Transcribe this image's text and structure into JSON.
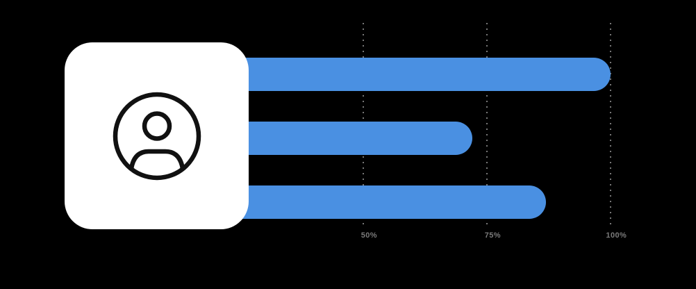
{
  "background_color": "#000000",
  "card": {
    "color": "#ffffff",
    "icon": "user-avatar-icon",
    "icon_color": "#111111"
  },
  "chart_data": {
    "type": "bar",
    "orientation": "horizontal",
    "categories": [
      "",
      "",
      ""
    ],
    "values": [
      100,
      72,
      87
    ],
    "bar_color": "#4A90E2",
    "xlim": [
      0,
      105
    ],
    "x_ticks": [
      {
        "value": 50,
        "label": "50%"
      },
      {
        "value": 75,
        "label": "75%"
      },
      {
        "value": 100,
        "label": "100%"
      }
    ],
    "grid": "dotted vertical gridlines at ticks",
    "tick_label_color": "#7b7b7b",
    "title": "",
    "xlabel": "",
    "ylabel": ""
  }
}
